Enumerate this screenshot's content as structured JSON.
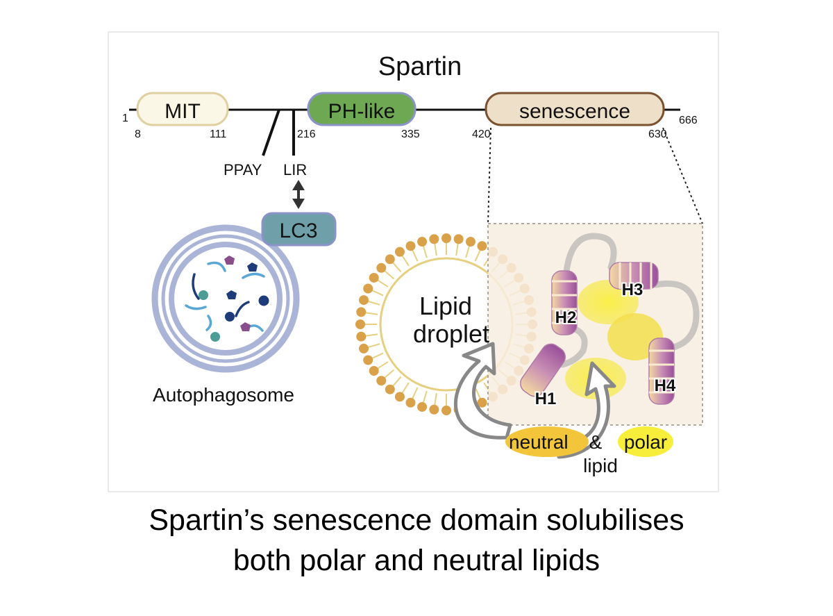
{
  "diagram": {
    "title": "Spartin",
    "domains": {
      "mit": "MIT",
      "ph_like": "PH-like",
      "senescence": "senescence"
    },
    "positions": {
      "start": "1",
      "mit_start": "8",
      "mit_end": "111",
      "ph_start": "216",
      "ph_end": "335",
      "sen_start": "420",
      "sen_end": "630",
      "end": "666"
    },
    "motifs": {
      "ppay": "PPAY",
      "lir": "LIR"
    },
    "lc3": "LC3",
    "autophagosome": "Autophagosome",
    "lipid_droplet": {
      "line1": "Lipid",
      "line2": "droplet"
    },
    "helices": [
      "H1",
      "H2",
      "H3",
      "H4"
    ],
    "lipids": {
      "neutral": "neutral",
      "amp": "&",
      "polar": "polar",
      "lipid": "lipid"
    },
    "colors": {
      "mit_fill": "#fbf7e6",
      "ph_fill": "#6fa853",
      "ph_stroke": "#8b93c9",
      "sen_fill": "#eedfc8",
      "sen_stroke": "#7a5230",
      "lc3_fill": "#6f9fa8",
      "lipid_head": "#d9a24a",
      "lipid_yellow": "#f6ee5a",
      "membrane_blue": "#aab4d6"
    }
  },
  "caption": {
    "line1": "Spartin’s senescence domain solubilises",
    "line2": "both polar and neutral lipids"
  }
}
